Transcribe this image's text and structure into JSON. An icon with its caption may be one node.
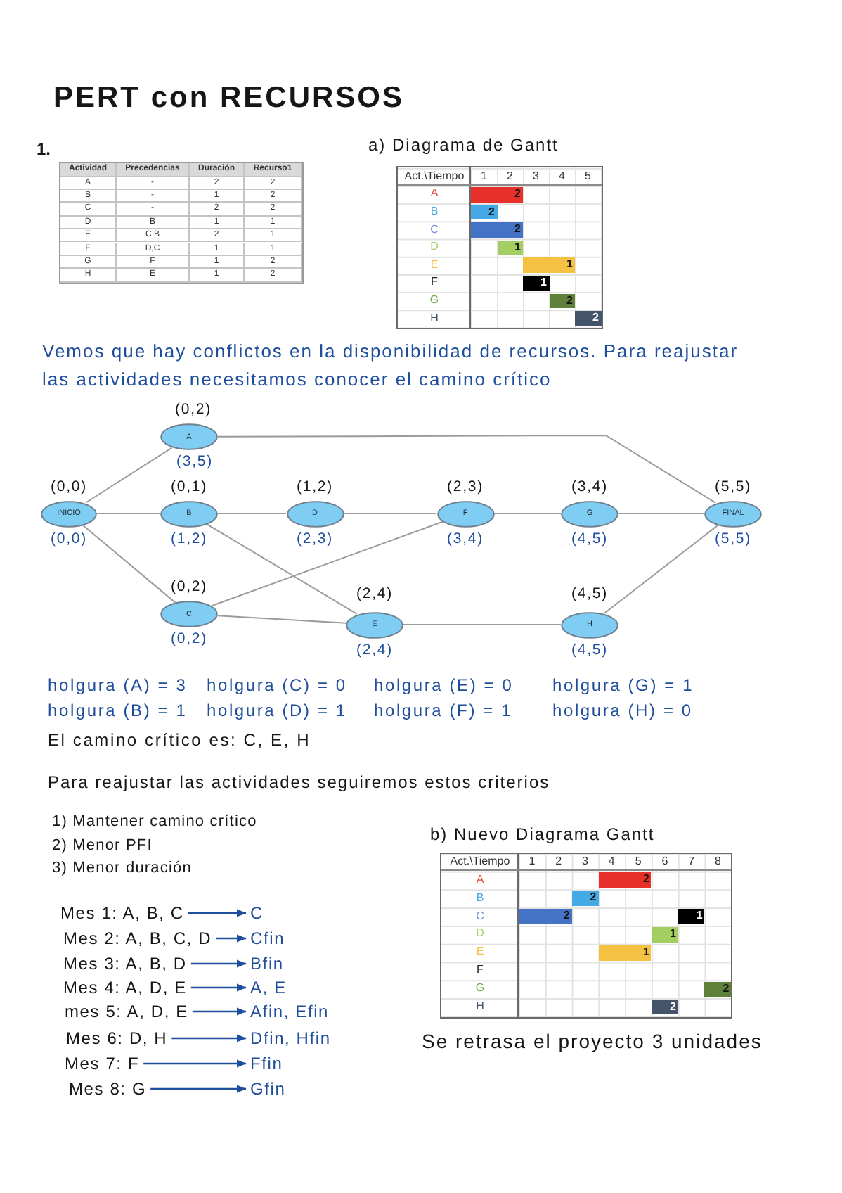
{
  "diagram": {
    "title": "PERT con RECURSOS",
    "nodes": [
      {
        "text": [
          "INICIO"
        ],
        "beside": [
          "(0,0)",
          "(0,0)"
        ]
      },
      {
        "text": [
          "A"
        ],
        "beside": [
          "(0,2)",
          "(3,5)"
        ]
      },
      {
        "text": [
          "B"
        ],
        "beside": [
          "(0,1)",
          "(1,2)"
        ]
      },
      {
        "text": [
          "C"
        ],
        "beside": [
          "(0,2)",
          "(0,2)"
        ]
      },
      {
        "text": [
          "D"
        ],
        "beside": [
          "(1,2)",
          "(2,3)"
        ]
      },
      {
        "text": [
          "E"
        ],
        "beside": [
          "(2,4)",
          "(2,4)"
        ]
      },
      {
        "text": [
          "F"
        ],
        "beside": [
          "(2,3)",
          "(3,4)"
        ]
      },
      {
        "text": [
          "G"
        ],
        "beside": [
          "(3,4)",
          "(4,5)"
        ]
      },
      {
        "text": [
          "H"
        ],
        "beside": [
          "(4,5)",
          "(4,5)"
        ]
      },
      {
        "text": [
          "FINAL"
        ],
        "beside": [
          "(5,5)",
          "(5,5)"
        ]
      },
      {
        "text": [
          "Mes 1: A, B, C"
        ]
      },
      {
        "text": [
          "C"
        ]
      },
      {
        "text": [
          "Mes 2: A, B, C, D"
        ]
      },
      {
        "text": [
          "Cfin"
        ]
      },
      {
        "text": [
          "Mes 3: A, B, D"
        ]
      },
      {
        "text": [
          "Bfin"
        ]
      },
      {
        "text": [
          "Mes 4: A, D, E"
        ]
      },
      {
        "text": [
          "A, E"
        ]
      },
      {
        "text": [
          "mes 5: A, D, E"
        ]
      },
      {
        "text": [
          "Afin, Efin"
        ]
      },
      {
        "text": [
          "Mes 6: D, H"
        ]
      },
      {
        "text": [
          "Dfin, Hfin"
        ]
      },
      {
        "text": [
          "Mes 7: F"
        ]
      },
      {
        "text": [
          "Ffin"
        ]
      },
      {
        "text": [
          "Mes 8: G"
        ]
      },
      {
        "text": [
          "Gfin"
        ]
      }
    ],
    "edges": [
      {
        "from": 0,
        "to": 1,
        "arrow": "none"
      },
      {
        "from": 0,
        "to": 2,
        "arrow": "none"
      },
      {
        "from": 0,
        "to": 3,
        "arrow": "none"
      },
      {
        "from": 1,
        "to": 9,
        "arrow": "none"
      },
      {
        "from": 2,
        "to": 4,
        "arrow": "none"
      },
      {
        "from": 2,
        "to": 5,
        "arrow": "none"
      },
      {
        "from": 3,
        "to": 6,
        "arrow": "none"
      },
      {
        "from": 3,
        "to": 5,
        "arrow": "none"
      },
      {
        "from": 4,
        "to": 6,
        "arrow": "none"
      },
      {
        "from": 6,
        "to": 7,
        "arrow": "none"
      },
      {
        "from": 7,
        "to": 9,
        "arrow": "none"
      },
      {
        "from": 5,
        "to": 8,
        "arrow": "none"
      },
      {
        "from": 8,
        "to": 9,
        "arrow": "none"
      },
      {
        "from": 10,
        "to": 11,
        "arrow": "to",
        "color": "#1f4e9c"
      },
      {
        "from": 12,
        "to": 13,
        "arrow": "to",
        "color": "#1f4e9c"
      },
      {
        "from": 14,
        "to": 15,
        "arrow": "to",
        "color": "#1f4e9c"
      },
      {
        "from": 16,
        "to": 17,
        "arrow": "to",
        "color": "#1f4e9c"
      },
      {
        "from": 18,
        "to": 19,
        "arrow": "to",
        "color": "#1f4e9c"
      },
      {
        "from": 20,
        "to": 21,
        "arrow": "to",
        "color": "#1f4e9c"
      },
      {
        "from": 22,
        "to": 23,
        "arrow": "to",
        "color": "#1f4e9c"
      },
      {
        "from": 24,
        "to": 25,
        "arrow": "to",
        "color": "#1f4e9c"
      }
    ],
    "labels": [
      "1.",
      "a) Diagrama de Gantt",
      "Actividad",
      "Precedencias",
      "Duración",
      "Recurso1",
      "A",
      "-",
      "2",
      "2",
      "B",
      "-",
      "1",
      "2",
      "C",
      "-",
      "2",
      "2",
      "D",
      "B",
      "1",
      "1",
      "E",
      "C,B",
      "2",
      "1",
      "F",
      "D,C",
      "1",
      "1",
      "G",
      "F",
      "1",
      "2",
      "H",
      "E",
      "1",
      "2",
      "Act.\\Tiempo",
      "1",
      "2",
      "3",
      "4",
      "5",
      "A",
      "2",
      "B",
      "2",
      "C",
      "2",
      "D",
      "1",
      "E",
      "1",
      "F",
      "1",
      "G",
      "2",
      "H",
      "2",
      "Vemos que hay conflictos en la disponibilidad de recursos. Para reajustar las actividades necesitamos conocer el camino crítico",
      "holgura (A) = 3",
      "holgura (C) = 0",
      "holgura (E) = 0",
      "holgura (G) = 1",
      "holgura (B) = 1",
      "holgura (D) = 1",
      "holgura (F) = 1",
      "holgura (H) = 0",
      "El camino crítico es: C, E, H",
      "Para reajustar las actividades seguiremos estos criterios",
      "1) Mantener camino crítico",
      "2) Menor PFI",
      "3) Menor duración",
      "b) Nuevo Diagrama Gantt",
      "Act.\\Tiempo",
      "1",
      "2",
      "3",
      "4",
      "5",
      "6",
      "7",
      "8",
      "A",
      "2",
      "B",
      "2",
      "C",
      "2",
      "1",
      "D",
      "1",
      "E",
      "1",
      "F",
      "G",
      "2",
      "H",
      "2",
      "Se retrasa el proyecto 3 unidades"
    ]
  }
}
